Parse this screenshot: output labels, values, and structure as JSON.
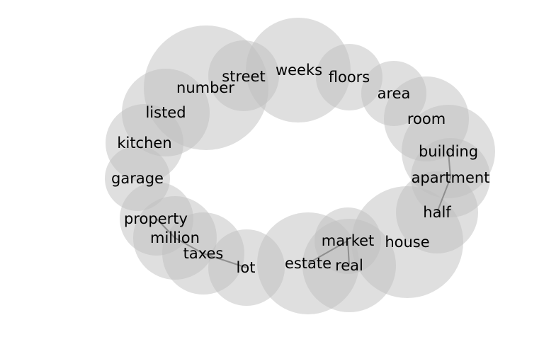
{
  "diagram": {
    "bubble_color": "#bfbfbf",
    "edge_color": "#7f7f7f",
    "text_color": "#000000",
    "words": [
      {
        "id": "weeks",
        "label": "weeks"
      },
      {
        "id": "street",
        "label": "street"
      },
      {
        "id": "number",
        "label": "number"
      },
      {
        "id": "floors",
        "label": "floors"
      },
      {
        "id": "area",
        "label": "area"
      },
      {
        "id": "room",
        "label": "room"
      },
      {
        "id": "listed",
        "label": "listed"
      },
      {
        "id": "kitchen",
        "label": "kitchen"
      },
      {
        "id": "building",
        "label": "building"
      },
      {
        "id": "apartment",
        "label": "apartment"
      },
      {
        "id": "garage",
        "label": "garage"
      },
      {
        "id": "half",
        "label": "half"
      },
      {
        "id": "property",
        "label": "property"
      },
      {
        "id": "million",
        "label": "million"
      },
      {
        "id": "market",
        "label": "market"
      },
      {
        "id": "house",
        "label": "house"
      },
      {
        "id": "taxes",
        "label": "taxes"
      },
      {
        "id": "estate",
        "label": "estate"
      },
      {
        "id": "real",
        "label": "real"
      },
      {
        "id": "lot",
        "label": "lot"
      }
    ],
    "links": [
      {
        "from": "building",
        "to": "apartment"
      },
      {
        "from": "apartment",
        "to": "half"
      },
      {
        "from": "property",
        "to": "million"
      },
      {
        "from": "million",
        "to": "taxes"
      },
      {
        "from": "taxes",
        "to": "lot"
      },
      {
        "from": "estate",
        "to": "market"
      },
      {
        "from": "market",
        "to": "real"
      }
    ]
  }
}
